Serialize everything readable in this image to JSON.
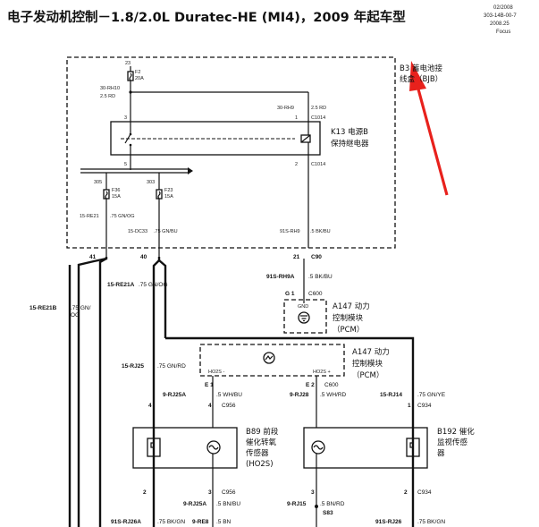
{
  "header": {
    "title": "电子发动机控制－1.8/2.0L Duratec-HE (MI4)，2009 年起车型",
    "date": "02/2008",
    "code": "303-14B-00-7",
    "revision": "2008.25",
    "model": "Focus"
  },
  "bjb": {
    "name_line1": "B3 蓄电池接",
    "name_line2": "线盒（BJB）",
    "fuse_f2_num": "23",
    "fuse_f2_name": "F2",
    "fuse_f2_amp": "20A",
    "wire_30rh10": "30-RH10",
    "wire_30rh10_spec": "2.5 RD",
    "wire_30rh9": "30-RH9",
    "wire_30rh9_spec": "2.5 RD",
    "pin_3": "3",
    "pin_1": "1",
    "conn_c1014_top": "C1014",
    "pin_5": "5",
    "pin_2": "2",
    "conn_c1014_bot": "C1014",
    "fuse_f36_num": "305",
    "fuse_f36_name": "F36",
    "fuse_f36_amp": "15A",
    "fuse_f23_num": "303",
    "fuse_f23_name": "F23",
    "fuse_f23_amp": "15A",
    "wire_re21": "15-RE21",
    "wire_re21_spec": ".75 GN/OG",
    "wire_dc33": "15-DC33",
    "wire_dc33_spec": ".75 GN/BU",
    "wire_rh9": "91S-RH9",
    "wire_rh9_spec": ".5 BK/BU"
  },
  "relay": {
    "name_line1": "K13 电源B",
    "name_line2": "保持继电器"
  },
  "pins": {
    "p41": "41",
    "p40": "40",
    "p21": "21",
    "c90": "C90"
  },
  "wires": {
    "re21a": "15-RE21A",
    "re21a_spec": ".75 GN/OG",
    "re21b": "15-RE21B",
    "re21b_spec_1": ".75 GN/",
    "re21b_spec_2": "OG",
    "rh9a": "91S-RH9A",
    "rh9a_spec": ".5 BK/BU",
    "rj25": "15-RJ25",
    "rj25_spec": ".75 GN/RD",
    "rj25a": "9-RJ25A",
    "rj25a_spec": ".5 WH/BU",
    "rj28": "9-RJ28",
    "rj28_spec": ".5 WH/RD",
    "rj14": "15-RJ14",
    "rj14_spec": ".75 GN/YE",
    "bottom_rj26a": "91S-RJ26A",
    "bottom_rj26a_spec": ".75 BK/GN",
    "bottom_re8": "9-RE8",
    "bottom_re8_spec": ".5 BN",
    "bottom_rj25a": "9-RJ25A",
    "bottom_rj25a_spec": ".5 BN/BU",
    "bottom_rj15": "9-RJ15",
    "bottom_rj15_spec": ".5 BN/RD",
    "bottom_s83": "S83",
    "bottom_rj26": "91S-RJ26",
    "bottom_rj26_spec": ".75 BK/GN"
  },
  "pcm_ground": {
    "pin": "G 1",
    "conn": "C600",
    "gnd": "GND",
    "name_line1": "A147 动力",
    "name_line2": "控制模块",
    "name_line3": "（PCM）"
  },
  "pcm_sensor": {
    "name_line1": "A147 动力",
    "name_line2": "控制模块",
    "name_line3": "（PCM）",
    "ho2s_minus": "HO2S -",
    "ho2s_plus": "HO2S +",
    "pin_e1": "E 1",
    "pin_e2": "E 2",
    "conn_c600": "C600"
  },
  "connectors": {
    "c956_top": "C956",
    "c956_bot": "C956",
    "c934_top": "C934",
    "c934_bot": "C934",
    "pin_4a": "4",
    "pin_4b": "4",
    "pin_1": "1",
    "pin_2a": "2",
    "pin_3a": "3",
    "pin_3b": "3",
    "pin_2b": "2"
  },
  "sensors": {
    "b89_line1": "B89 前段",
    "b89_line2": "催化转氧",
    "b89_line3": "传感器",
    "b89_line4": "(HO2S)",
    "b192_line1": "B192 催化",
    "b192_line2": "监视传感",
    "b192_line3": "器"
  },
  "colors": {
    "arrow": "#e8211c",
    "line": "#111111"
  }
}
